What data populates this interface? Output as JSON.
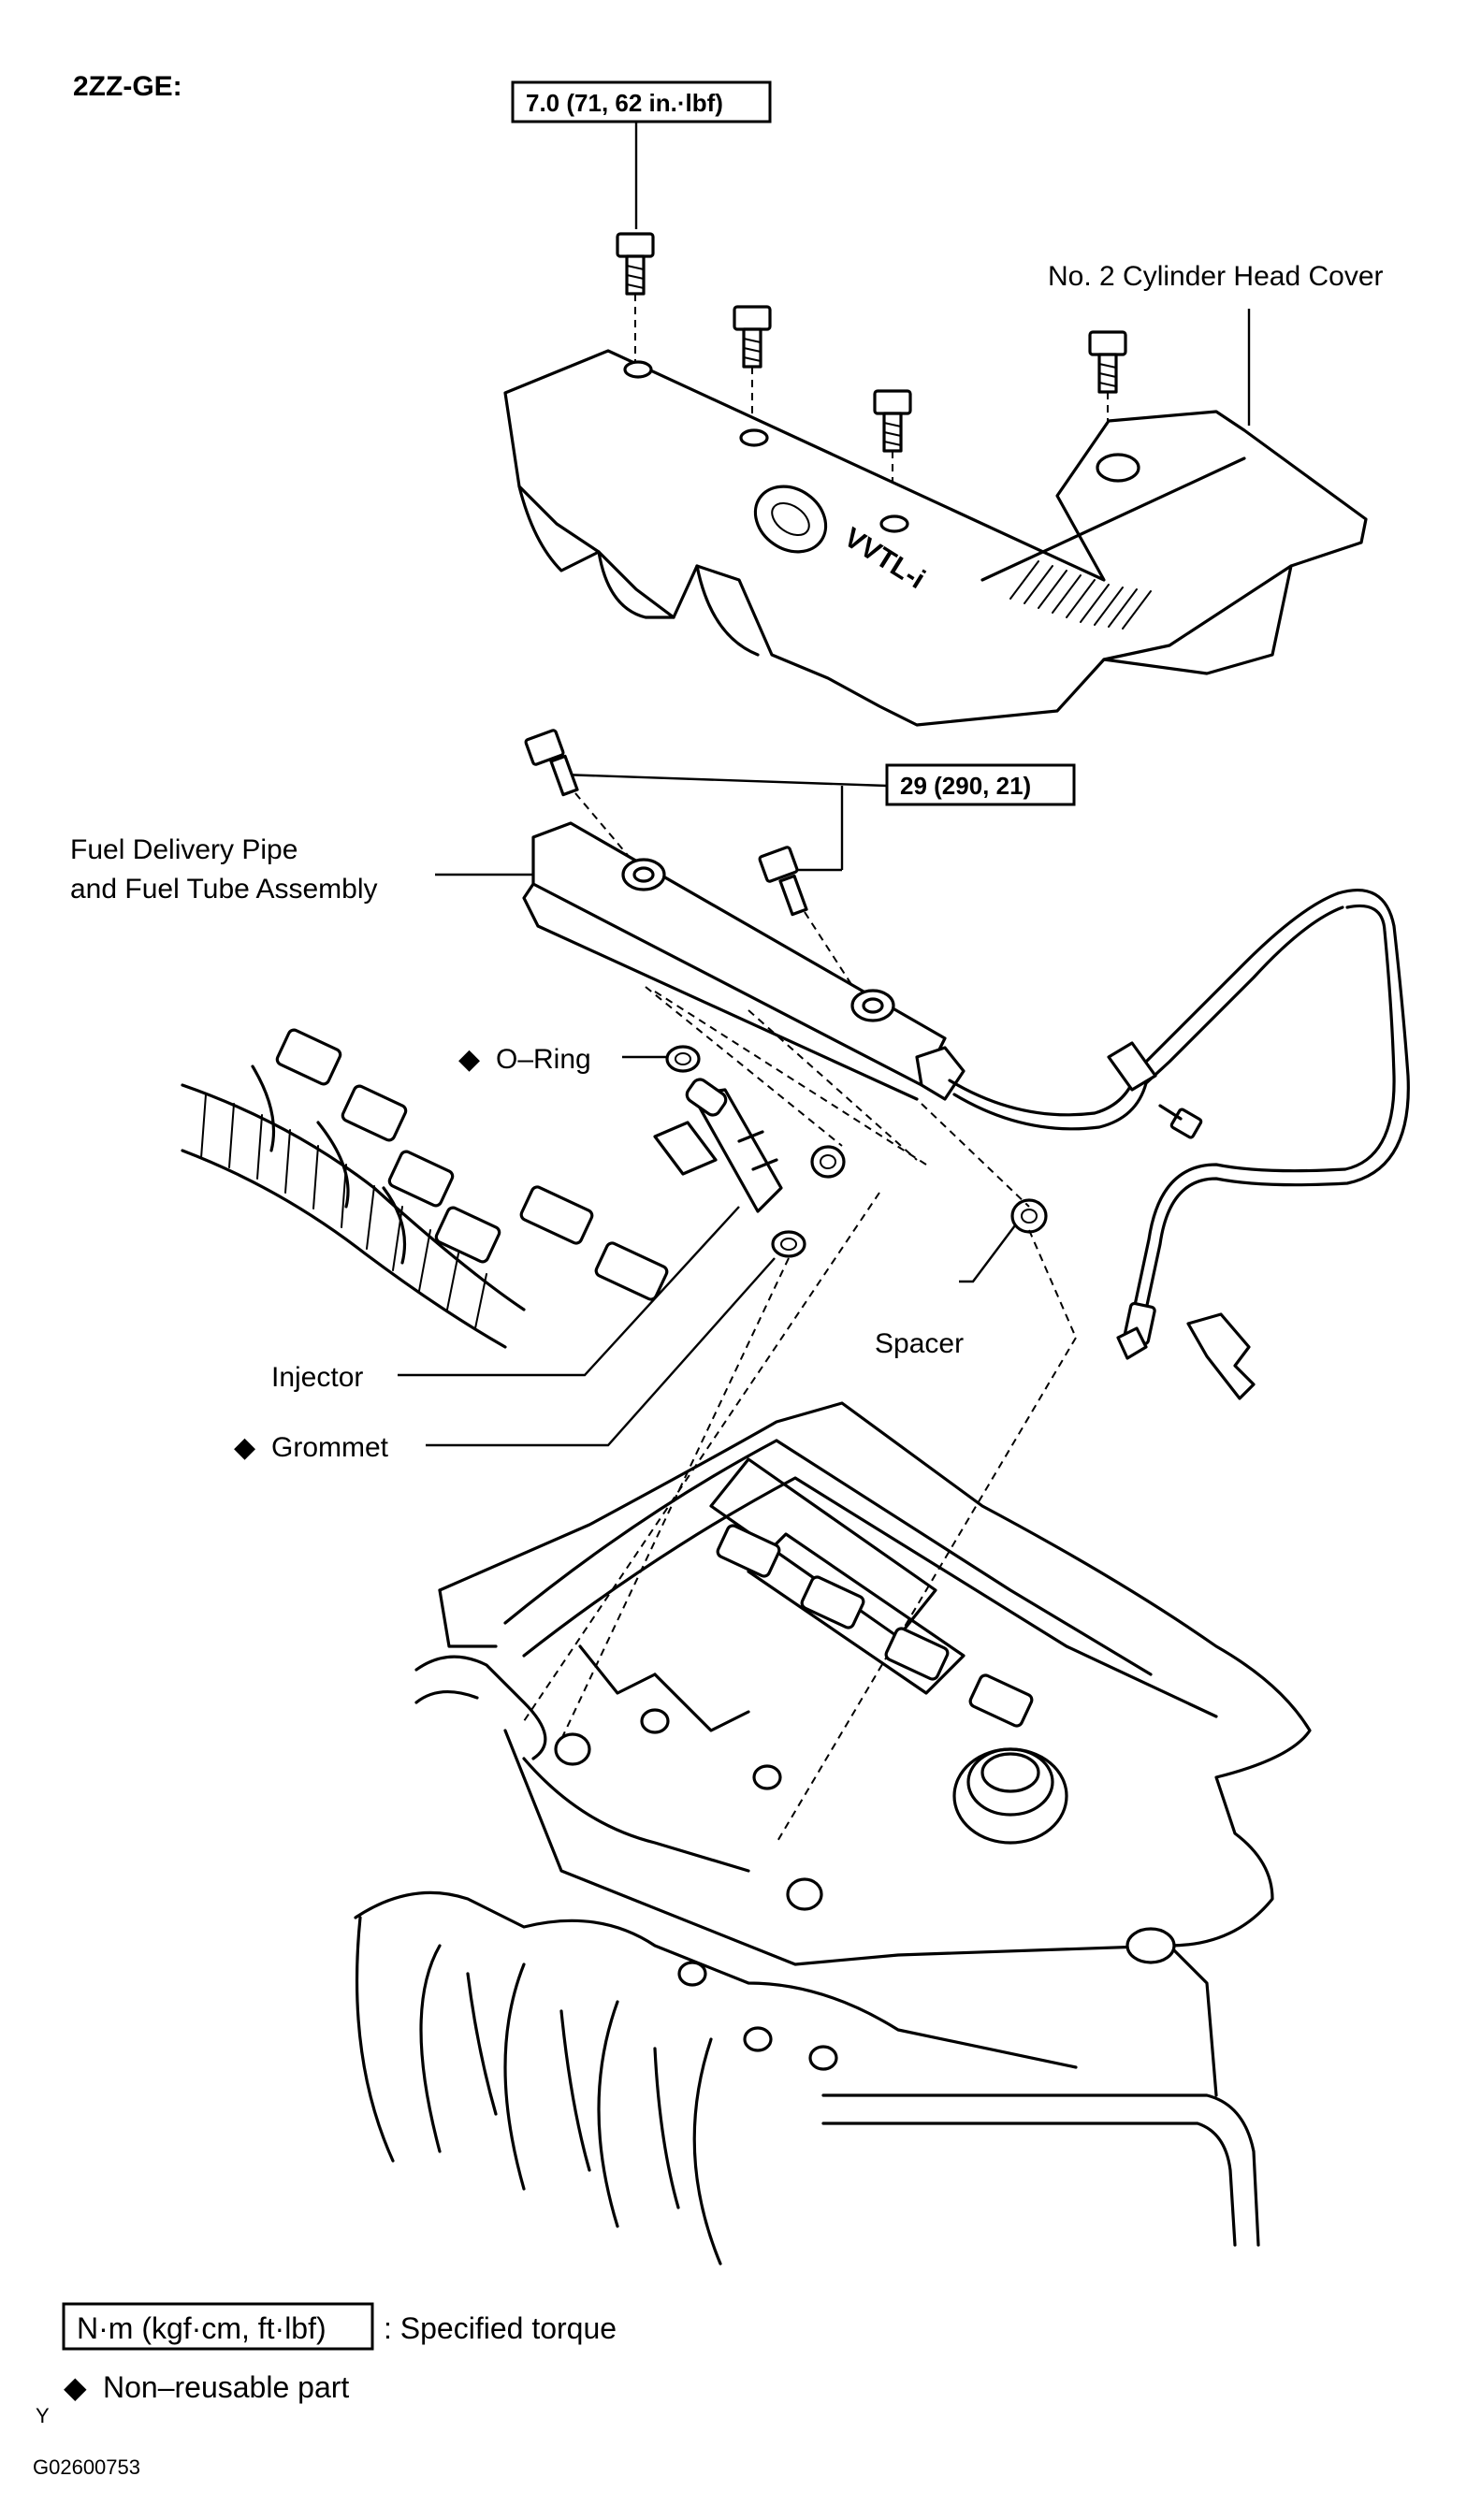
{
  "engine_code": "2ZZ-GE:",
  "torques": {
    "cover_bolt": "7.0 (71, 62 in.·lbf)",
    "delivery_pipe_bolt": "29 (290, 21)"
  },
  "parts": {
    "cylinder_head_cover": "No. 2 Cylinder Head Cover",
    "fuel_delivery_line1": "Fuel Delivery Pipe",
    "fuel_delivery_line2": "and Fuel Tube Assembly",
    "o_ring": "O–Ring",
    "injector": "Injector",
    "grommet": "Grommet",
    "spacer": "Spacer",
    "cover_logo_text": "VVTL-i"
  },
  "legend": {
    "torque_unit": "N·m (kgf·cm, ft·lbf)",
    "torque_desc": ": Specified torque",
    "nonreusable": "Non–reusable part"
  },
  "symbols": {
    "diamond": "◆",
    "corner_mark": "Y"
  },
  "figure_id": "G02600753"
}
